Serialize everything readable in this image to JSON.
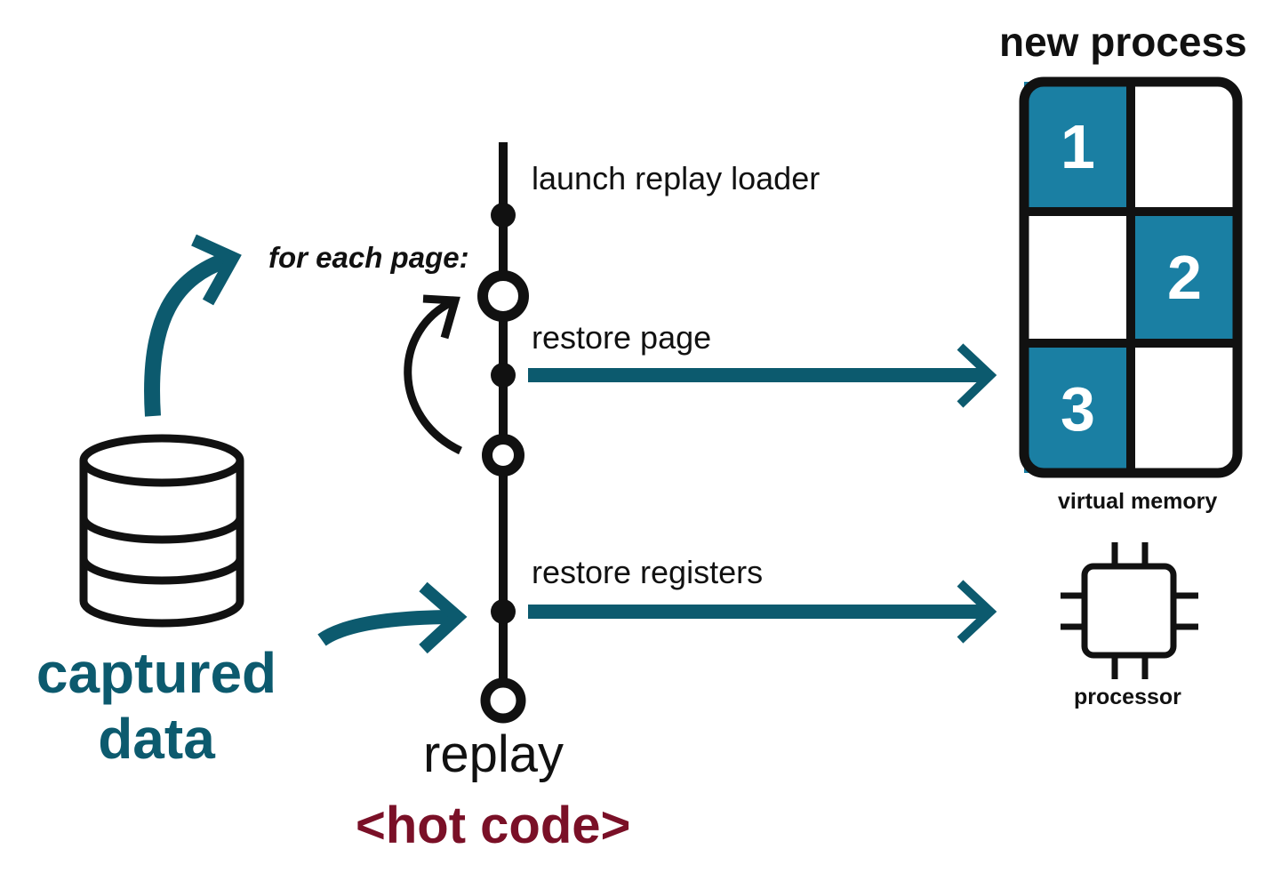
{
  "timeline": {
    "steps": {
      "launch": "launch replay loader",
      "loop": "for each page:",
      "restore_page": "restore page",
      "restore_registers": "restore registers"
    },
    "replay_label": "replay",
    "hot_code_label": "<hot code>"
  },
  "source": {
    "label_line1": "captured",
    "label_line2": "data",
    "icon": "database-icon"
  },
  "target": {
    "title": "new process",
    "memory_label": "virtual memory",
    "memory_cells": [
      "1",
      "",
      "",
      "2",
      "3",
      ""
    ],
    "processor_label": "processor",
    "processor_icon": "cpu-chip-icon"
  },
  "colors": {
    "teal": "#0c5a6e",
    "cell_fill": "#1a7fa3",
    "black": "#111111",
    "maroon": "#7a1027"
  }
}
